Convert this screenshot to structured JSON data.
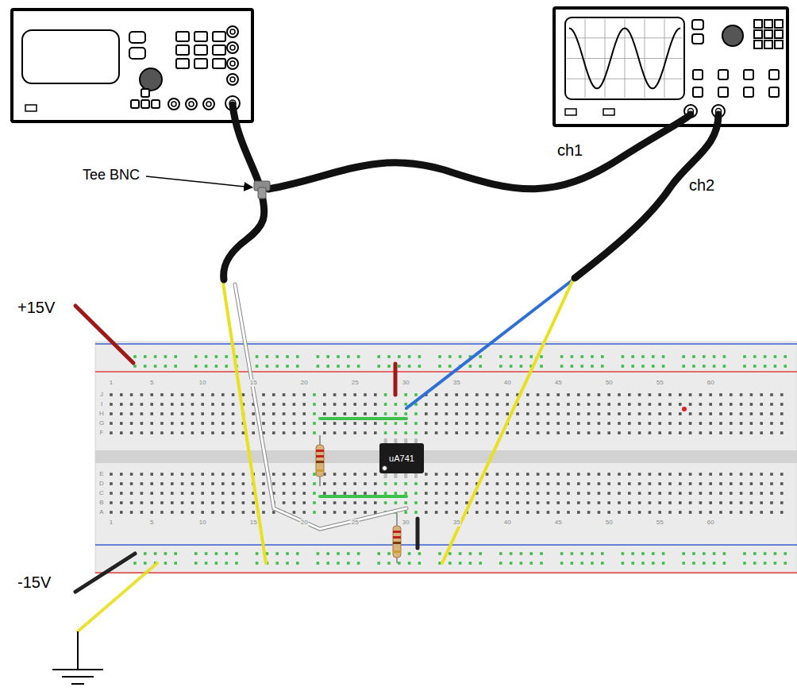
{
  "diagram": {
    "nodes": [
      {
        "text": [
          "uA741"
        ]
      }
    ],
    "labels": [
      "Tee BNC",
      "+15V",
      "-15V",
      "ch1",
      "ch2",
      "1",
      "5",
      "10",
      "15",
      "20",
      "25",
      "30",
      "35",
      "40",
      "45",
      "50",
      "55",
      "60",
      "1",
      "5",
      "10",
      "15",
      "20",
      "25",
      "30",
      "35",
      "40",
      "45",
      "50",
      "55",
      "60",
      "J",
      "I",
      "H",
      "G",
      "F",
      "E",
      "D",
      "C",
      "B",
      "A"
    ]
  }
}
